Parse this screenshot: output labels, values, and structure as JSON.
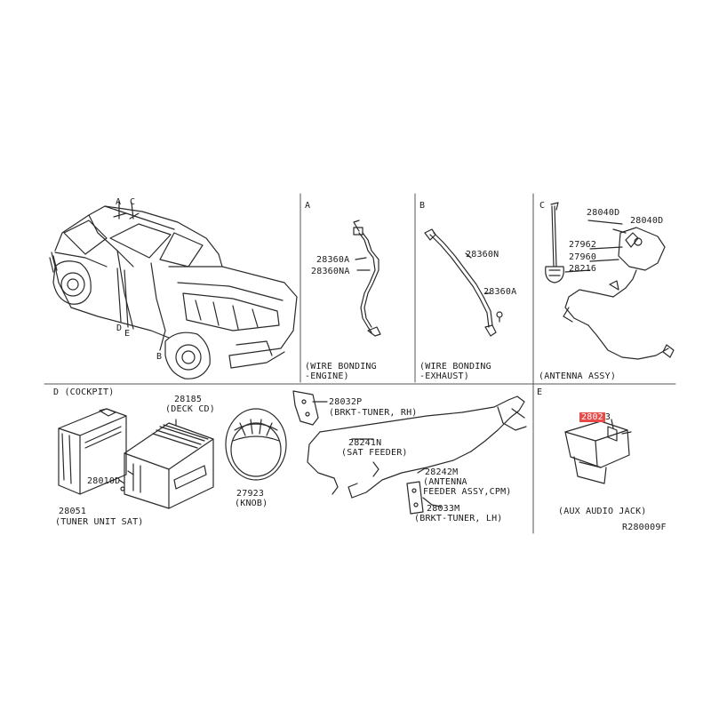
{
  "colors": {
    "line": "#2a2a2a",
    "highlight": "#e84a4a",
    "background": "#ffffff"
  },
  "overview": {
    "callouts": {
      "a": "A",
      "c": "C",
      "d": "D",
      "e": "E",
      "b": "B"
    }
  },
  "panels": {
    "a": {
      "letter": "A",
      "parts": [
        "28360A",
        "28360NA"
      ],
      "caption_line1": "(WIRE BONDING",
      "caption_line2": "-ENGINE)"
    },
    "b": {
      "letter": "B",
      "parts": [
        "28360N",
        "28360A"
      ],
      "caption_line1": "(WIRE BONDING",
      "caption_line2": "-EXHAUST)"
    },
    "c": {
      "letter": "C",
      "parts": [
        "28040D",
        "28040D",
        "27962",
        "27960",
        "28216"
      ],
      "caption": "(ANTENNA ASSY)"
    },
    "d": {
      "header": "D (COCKPIT)",
      "deck_part": "28185",
      "deck_name": "(DECK CD)",
      "screw_part": "28010D",
      "tuner_part": "28051",
      "tuner_name": "(TUNER UNIT SAT)",
      "knob_part": "27923",
      "knob_name": "(KNOB)",
      "brkt_rh_part": "28032P",
      "brkt_rh_name": "(BRKT-TUNER, RH)",
      "feeder_part": "28241N",
      "feeder_name": "(SAT FEEDER)",
      "ant_feeder_part": "28242M",
      "ant_feeder_line1": "(ANTENNA",
      "ant_feeder_line2": "FEEDER ASSY,CPM)",
      "brkt_lh_part": "28033M",
      "brkt_lh_name": "(BRKT-TUNER, LH)"
    },
    "e": {
      "letter": "E",
      "part_highlighted": "2802",
      "part_suffix": "3",
      "caption": "(AUX AUDIO JACK)"
    }
  },
  "diagram_code": "R280009F"
}
